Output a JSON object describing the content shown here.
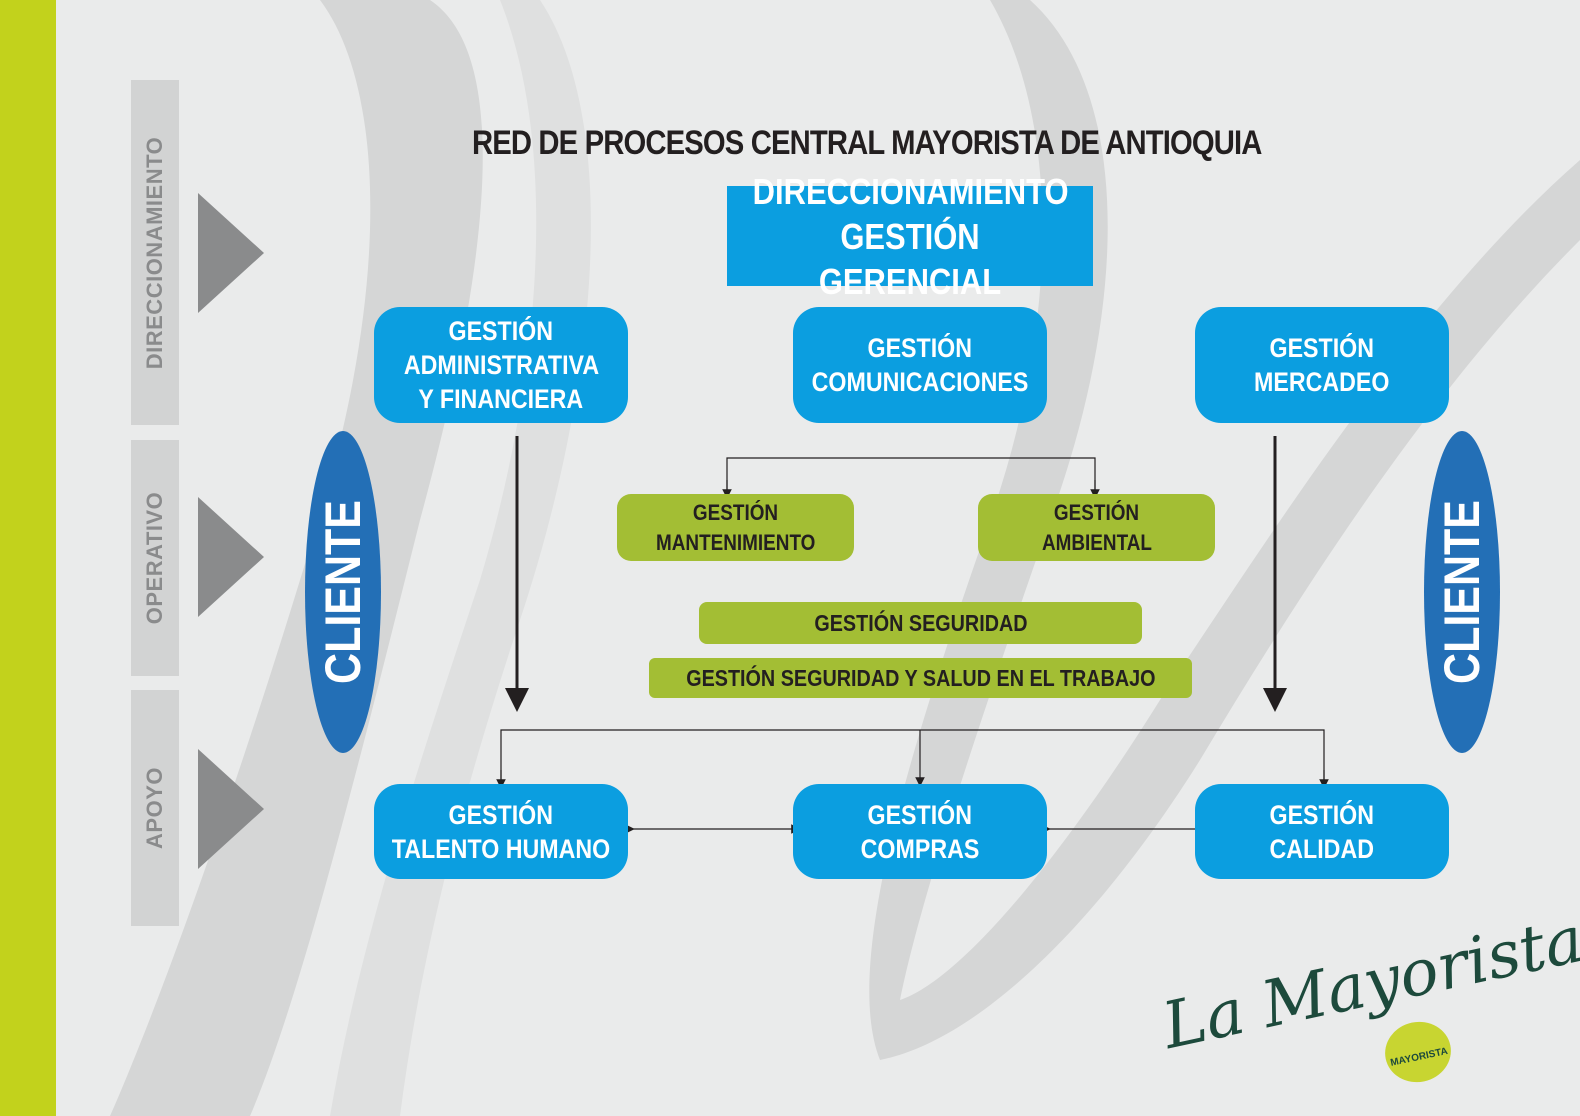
{
  "title": "RED DE PROCESOS CENTRAL MAYORISTA  DE  ANTIOQUIA",
  "stages": [
    "DIRECCIONAMIENTO",
    "OPERATIVO",
    "APOYO"
  ],
  "direccionamiento": {
    "line1": "DIRECCIONAMIENTO",
    "line2": "GESTIÓN GERENCIAL"
  },
  "top_processes": {
    "administrativa": [
      "GESTIÓN",
      "ADMINISTRATIVA",
      "Y FINANCIERA"
    ],
    "comunicaciones": [
      "GESTIÓN",
      "COMUNICACIONES"
    ],
    "mercadeo": [
      "GESTIÓN",
      "MERCADEO"
    ]
  },
  "operative": {
    "mantenimiento": [
      "GESTIÓN",
      "MANTENIMIENTO"
    ],
    "ambiental": [
      "GESTIÓN",
      "AMBIENTAL"
    ],
    "seguridad": "GESTIÓN SEGURIDAD",
    "sst": "GESTIÓN SEGURIDAD Y SALUD EN EL TRABAJO"
  },
  "support": {
    "talento": [
      "GESTIÓN",
      "TALENTO HUMANO"
    ],
    "compras": [
      "GESTIÓN",
      "COMPRAS"
    ],
    "calidad": [
      "GESTIÓN",
      "CALIDAD"
    ]
  },
  "client_label": "CLIENTE",
  "logo": {
    "script": "La Mayorista",
    "badge": "MAYORISTA"
  },
  "colors": {
    "blue_box": "#0b9ee0",
    "green_box": "#a3be34",
    "client": "#236fb6",
    "side_bar": "#c2d21c",
    "stage_tab": "#d2d3d3",
    "stage_arrow": "#8a8b8c"
  }
}
